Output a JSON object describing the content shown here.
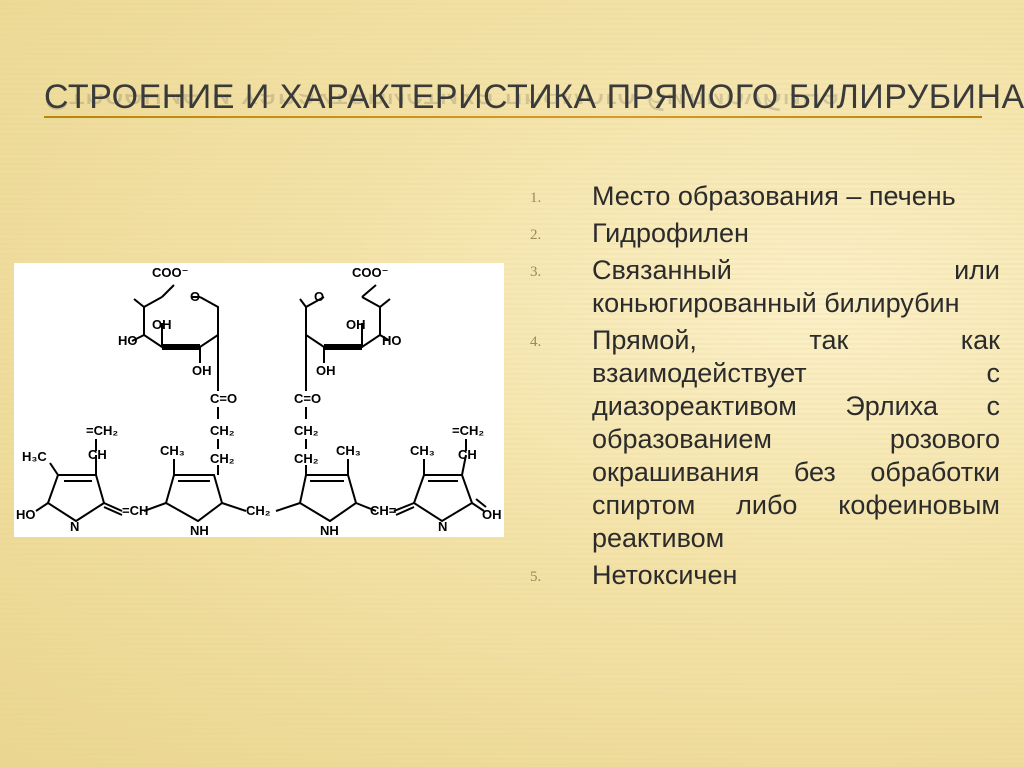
{
  "slide": {
    "title": "Строение и характеристика прямого билирубина"
  },
  "structure": {
    "labels": {
      "coo_left": "COO⁻",
      "coo_right": "COO⁻",
      "o_left": "O",
      "o_right": "O",
      "oh_a": "OH",
      "ho_a": "HO",
      "oh_b": "OH",
      "oh_c": "OH",
      "ho_c": "HO",
      "oh_d": "OH",
      "co_left": "C=O",
      "co_right": "C=O",
      "ch2_l1": "CH₂",
      "ch2_l2": "CH₂",
      "ch2_r1": "CH₂",
      "ch2_r2": "CH₂",
      "eq_ch2_left": "=CH₂",
      "ch_left": "CH",
      "eq_ch2_right": "=CH₂",
      "ch_right": "CH",
      "h3c_left": "H₃C",
      "ch3_2": "CH₃",
      "ch3_3": "CH₃",
      "ch3_4": "CH₃",
      "ho_ring": "HO",
      "n_left": "N",
      "eq_ch_left": "=CH",
      "nh_2": "NH",
      "ch2_bridge": "CH₂",
      "nh_3": "NH",
      "ch_eq_right": "CH=",
      "n_right": "N",
      "oh_ring": "OH"
    }
  },
  "points": [
    {
      "num": "1.",
      "text": "Место образования – печень"
    },
    {
      "num": "2.",
      "text": "Гидрофилен"
    },
    {
      "num": "3.",
      "text": "Связанный или коньюгированный билирубин"
    },
    {
      "num": "4.",
      "text": "Прямой, так как взаимодействует с диазореактивом Эрлиха с образованием розового окрашивания без обработки спиртом либо кофеиновым реактивом"
    },
    {
      "num": "5.",
      "text": "Нетоксичен"
    }
  ]
}
